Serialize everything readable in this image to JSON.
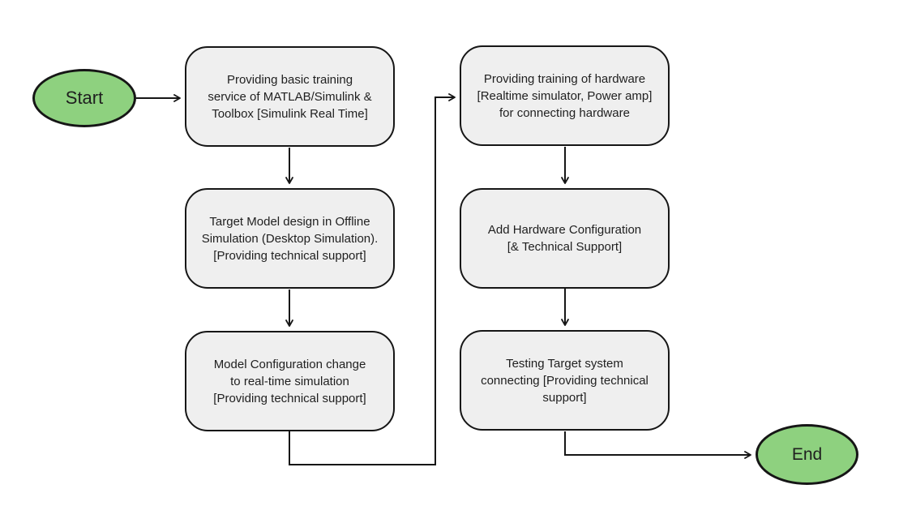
{
  "colors": {
    "background": "#ffffff",
    "terminal_fill": "#8ed17f",
    "process_fill": "#efefef",
    "stroke": "#161616",
    "text": "#1f1f1f"
  },
  "flowchart": {
    "start_label": "Start",
    "end_label": "End",
    "steps": [
      {
        "id": "step-1",
        "lines": [
          "Providing basic training",
          "service of MATLAB/Simulink &",
          "Toolbox [Simulink Real Time]"
        ]
      },
      {
        "id": "step-2",
        "lines": [
          "Target Model design in Offline",
          "Simulation (Desktop Simulation).",
          "[Providing technical support]"
        ]
      },
      {
        "id": "step-3",
        "lines": [
          "Model Configuration change",
          "to real-time simulation",
          "[Providing technical support]"
        ]
      },
      {
        "id": "step-4",
        "lines": [
          "Providing training of hardware",
          "[Realtime simulator, Power amp]",
          "for connecting hardware"
        ]
      },
      {
        "id": "step-5",
        "lines": [
          "Add Hardware Configuration",
          "[& Technical Support]"
        ]
      },
      {
        "id": "step-6",
        "lines": [
          "Testing Target system",
          "connecting [Providing technical",
          "support]"
        ]
      }
    ],
    "connections": [
      "start to step-1",
      "step-1 to step-2",
      "step-2 to step-3",
      "step-3 to step-4",
      "step-4 to step-5",
      "step-5 to step-6",
      "step-6 to end"
    ]
  }
}
